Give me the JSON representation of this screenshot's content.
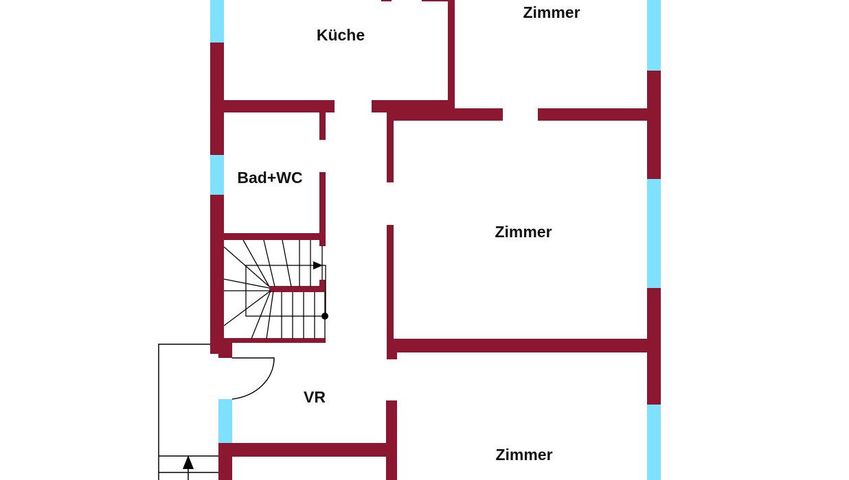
{
  "plan": {
    "colors": {
      "wall": "#8B1730",
      "window": "#80E1FF",
      "line": "#000000",
      "background": "#FFFFFF",
      "text": "#111111"
    },
    "rooms": [
      {
        "id": "kueche",
        "label": "Küche"
      },
      {
        "id": "zimmer-top",
        "label": "Zimmer"
      },
      {
        "id": "bad",
        "label": "Bad+WC"
      },
      {
        "id": "zimmer-middle",
        "label": "Zimmer"
      },
      {
        "id": "vr",
        "label": "VR"
      },
      {
        "id": "zimmer-bottom",
        "label": "Zimmer"
      }
    ],
    "symbols": {
      "stair_up_arrow": "arrow-right",
      "stair_start_dot": "dot",
      "exterior_stair_arrow": "arrow-up"
    }
  }
}
